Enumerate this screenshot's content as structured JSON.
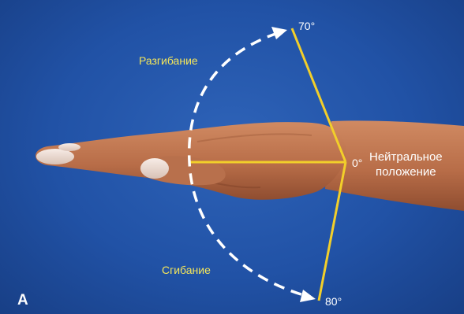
{
  "figure": {
    "panel_letter": "A",
    "extension_label": "Разгибание",
    "flexion_label": "Сгибание",
    "angle_extension": "70°",
    "angle_neutral": "0°",
    "angle_flexion": "80°",
    "neutral_label_line1": "Нейтральное",
    "neutral_label_line2": "положение"
  },
  "colors": {
    "background": "#2152a6",
    "angle_lines": "#f2cf2a",
    "arc": "#ffffff",
    "labels_yellow": "#f5e65a"
  }
}
